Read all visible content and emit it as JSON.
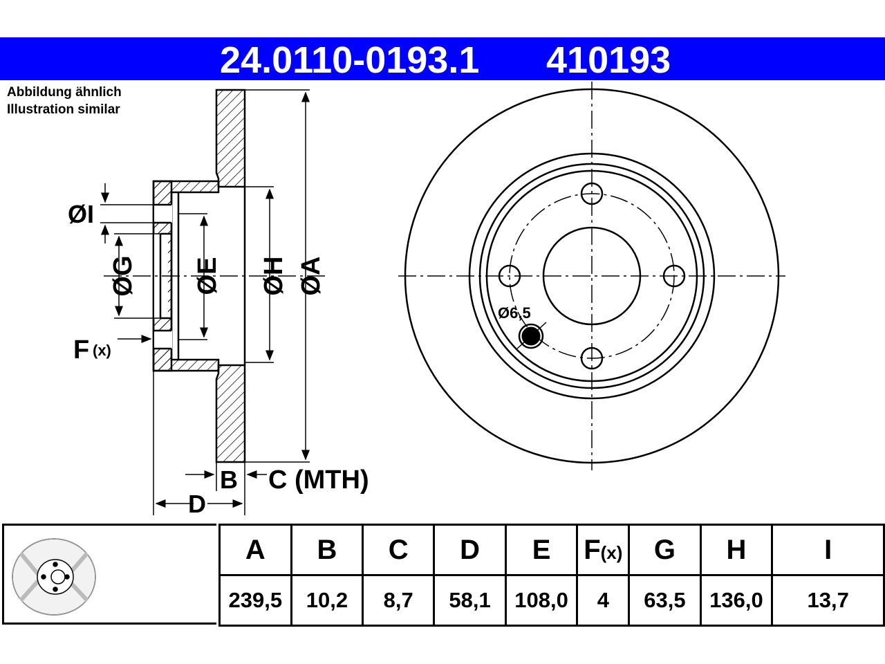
{
  "header": {
    "part_number": "24.0110-0193.1",
    "alt_number": "410193",
    "bg_color": "#0000ff"
  },
  "note": {
    "line1": "Abbildung ähnlich",
    "line2": "Illustration similar"
  },
  "labels": {
    "phi_i": "ØI",
    "phi_g": "ØG",
    "phi_e": "ØE",
    "phi_h": "ØH",
    "phi_a": "ØA",
    "f": "F",
    "f_sub": "(x)",
    "b": "B",
    "c_mth": "C (MTH)",
    "d": "D",
    "hole_dia": "Ø6,5"
  },
  "table": {
    "headers": [
      "A",
      "B",
      "C",
      "D",
      "E",
      "F",
      "G",
      "H",
      "I"
    ],
    "f_header_sub": "(x)",
    "values": [
      "239,5",
      "10,2",
      "8,7",
      "58,1",
      "108,0",
      "4",
      "63,5",
      "136,0",
      "13,7"
    ]
  }
}
